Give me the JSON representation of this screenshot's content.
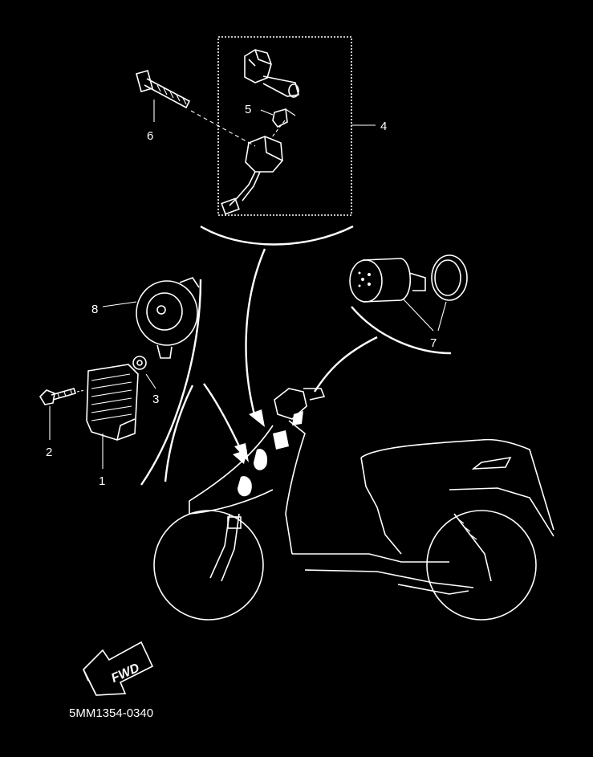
{
  "diagram": {
    "background": "#000000",
    "line_color": "#ffffff",
    "callouts": [
      {
        "id": "1",
        "text": "1"
      },
      {
        "id": "2",
        "text": "2"
      },
      {
        "id": "3",
        "text": "3"
      },
      {
        "id": "4",
        "text": "4"
      },
      {
        "id": "5",
        "text": "5"
      },
      {
        "id": "6",
        "text": "6"
      },
      {
        "id": "7",
        "text": "7"
      },
      {
        "id": "8",
        "text": "8"
      }
    ],
    "fwd_label": "FWD",
    "part_number": "5MM1354-0340"
  }
}
